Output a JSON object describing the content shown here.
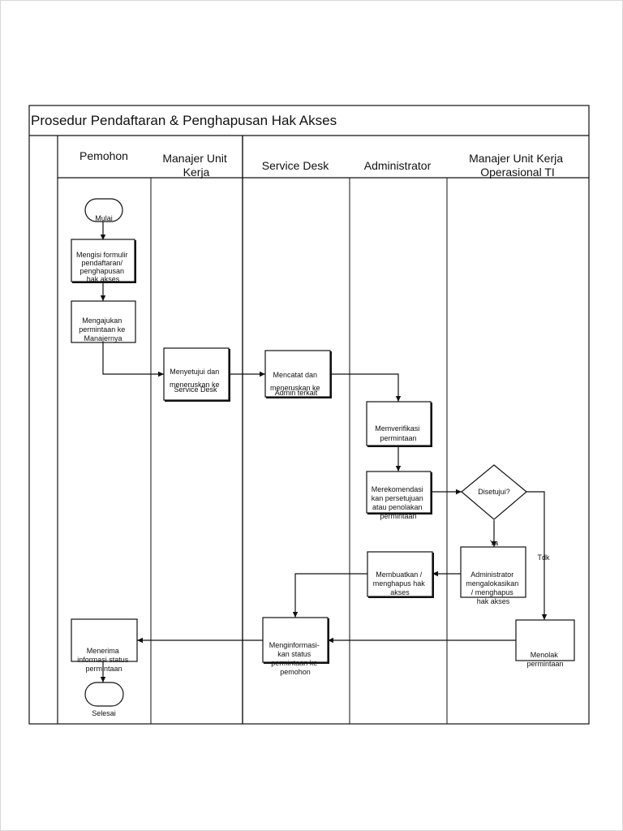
{
  "diagram": {
    "title": "Prosedur Pendaftaran & Penghapusan Hak Akses",
    "lanes": [
      {
        "id": "pemohon",
        "label_lines": [
          "Pemohon"
        ]
      },
      {
        "id": "manajer-unit-kerja",
        "label_lines": [
          "Manajer Unit",
          "Kerja"
        ]
      },
      {
        "id": "service-desk",
        "label_lines": [
          "Service Desk"
        ]
      },
      {
        "id": "administrator",
        "label_lines": [
          "Administrator"
        ]
      },
      {
        "id": "manajer-operasional-ti",
        "label_lines": [
          "Manajer Unit Kerja",
          "Operasional TI"
        ]
      }
    ],
    "nodes": {
      "mulai": {
        "lines": [
          "Mulai"
        ]
      },
      "mengisi": {
        "lines": [
          "Mengisi formulir",
          "pendaftaran/",
          "penghapusan",
          "hak akses"
        ]
      },
      "mengajukan": {
        "lines": [
          "Mengajukan",
          "permintaan ke",
          "Manajernya"
        ]
      },
      "menyetujui": {
        "lines": [
          "Menyetujui  dan",
          "meneruskan ke",
          "Service Desk"
        ]
      },
      "mencatat": {
        "lines": [
          "Mencatat dan",
          "meneruskan ke",
          "Admin terkait"
        ]
      },
      "memverifikasi": {
        "lines": [
          "Memverifikasi",
          "permintaan"
        ]
      },
      "merekomendasi": {
        "lines": [
          "Merekomendasi",
          "kan persetujuan",
          "atau penolakan",
          "permintaan"
        ]
      },
      "disetujui": {
        "lines": [
          "Disetujui?"
        ]
      },
      "membuatkan": {
        "lines": [
          "Membuatkan /",
          "menghapus hak",
          "akses"
        ]
      },
      "admin_alokasi": {
        "lines": [
          "Administrator",
          "mengalokasikan",
          "/ menghapus",
          "hak akses"
        ]
      },
      "menolak": {
        "lines": [
          "Menolak",
          "permintaan"
        ]
      },
      "menginformasikan": {
        "lines": [
          "Menginformasi-",
          "kan status",
          "permintaan ke",
          "pemohon"
        ]
      },
      "menerima": {
        "lines": [
          "Menerima",
          "informasi status",
          "permintaan"
        ]
      },
      "selesai": {
        "lines": [
          "Selesai"
        ]
      }
    },
    "edge_labels": {
      "ya": "Ya",
      "tdk": "Tdk"
    }
  }
}
